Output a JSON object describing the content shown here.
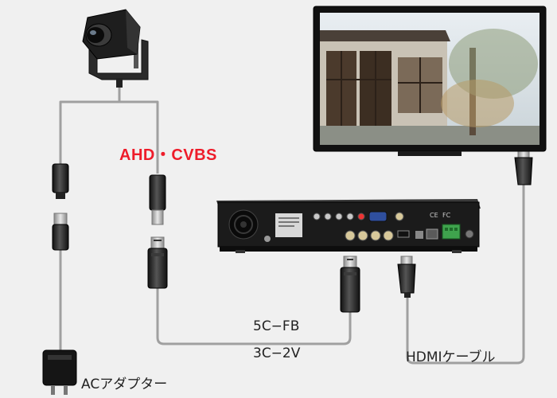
{
  "labels": {
    "signal": "AHD・CVBS",
    "coax_primary": "5C−FB",
    "coax_secondary": "3C−2V",
    "hdmi_cable": "HDMIケーブル",
    "ac_adapter": "ACアダプター"
  },
  "dvr_panel": {
    "ce_mark": "CE",
    "fcc_mark": "FC"
  },
  "colors": {
    "background": "#f0f0f0",
    "signal_label": "#ee1c2a",
    "cable": "#9a9a9a",
    "device_body": "#1c1c1c"
  },
  "icons": [
    "camera",
    "monitor",
    "dvr-recorder",
    "hdmi-connector",
    "bnc-connector",
    "dc-plug",
    "ac-adapter"
  ]
}
